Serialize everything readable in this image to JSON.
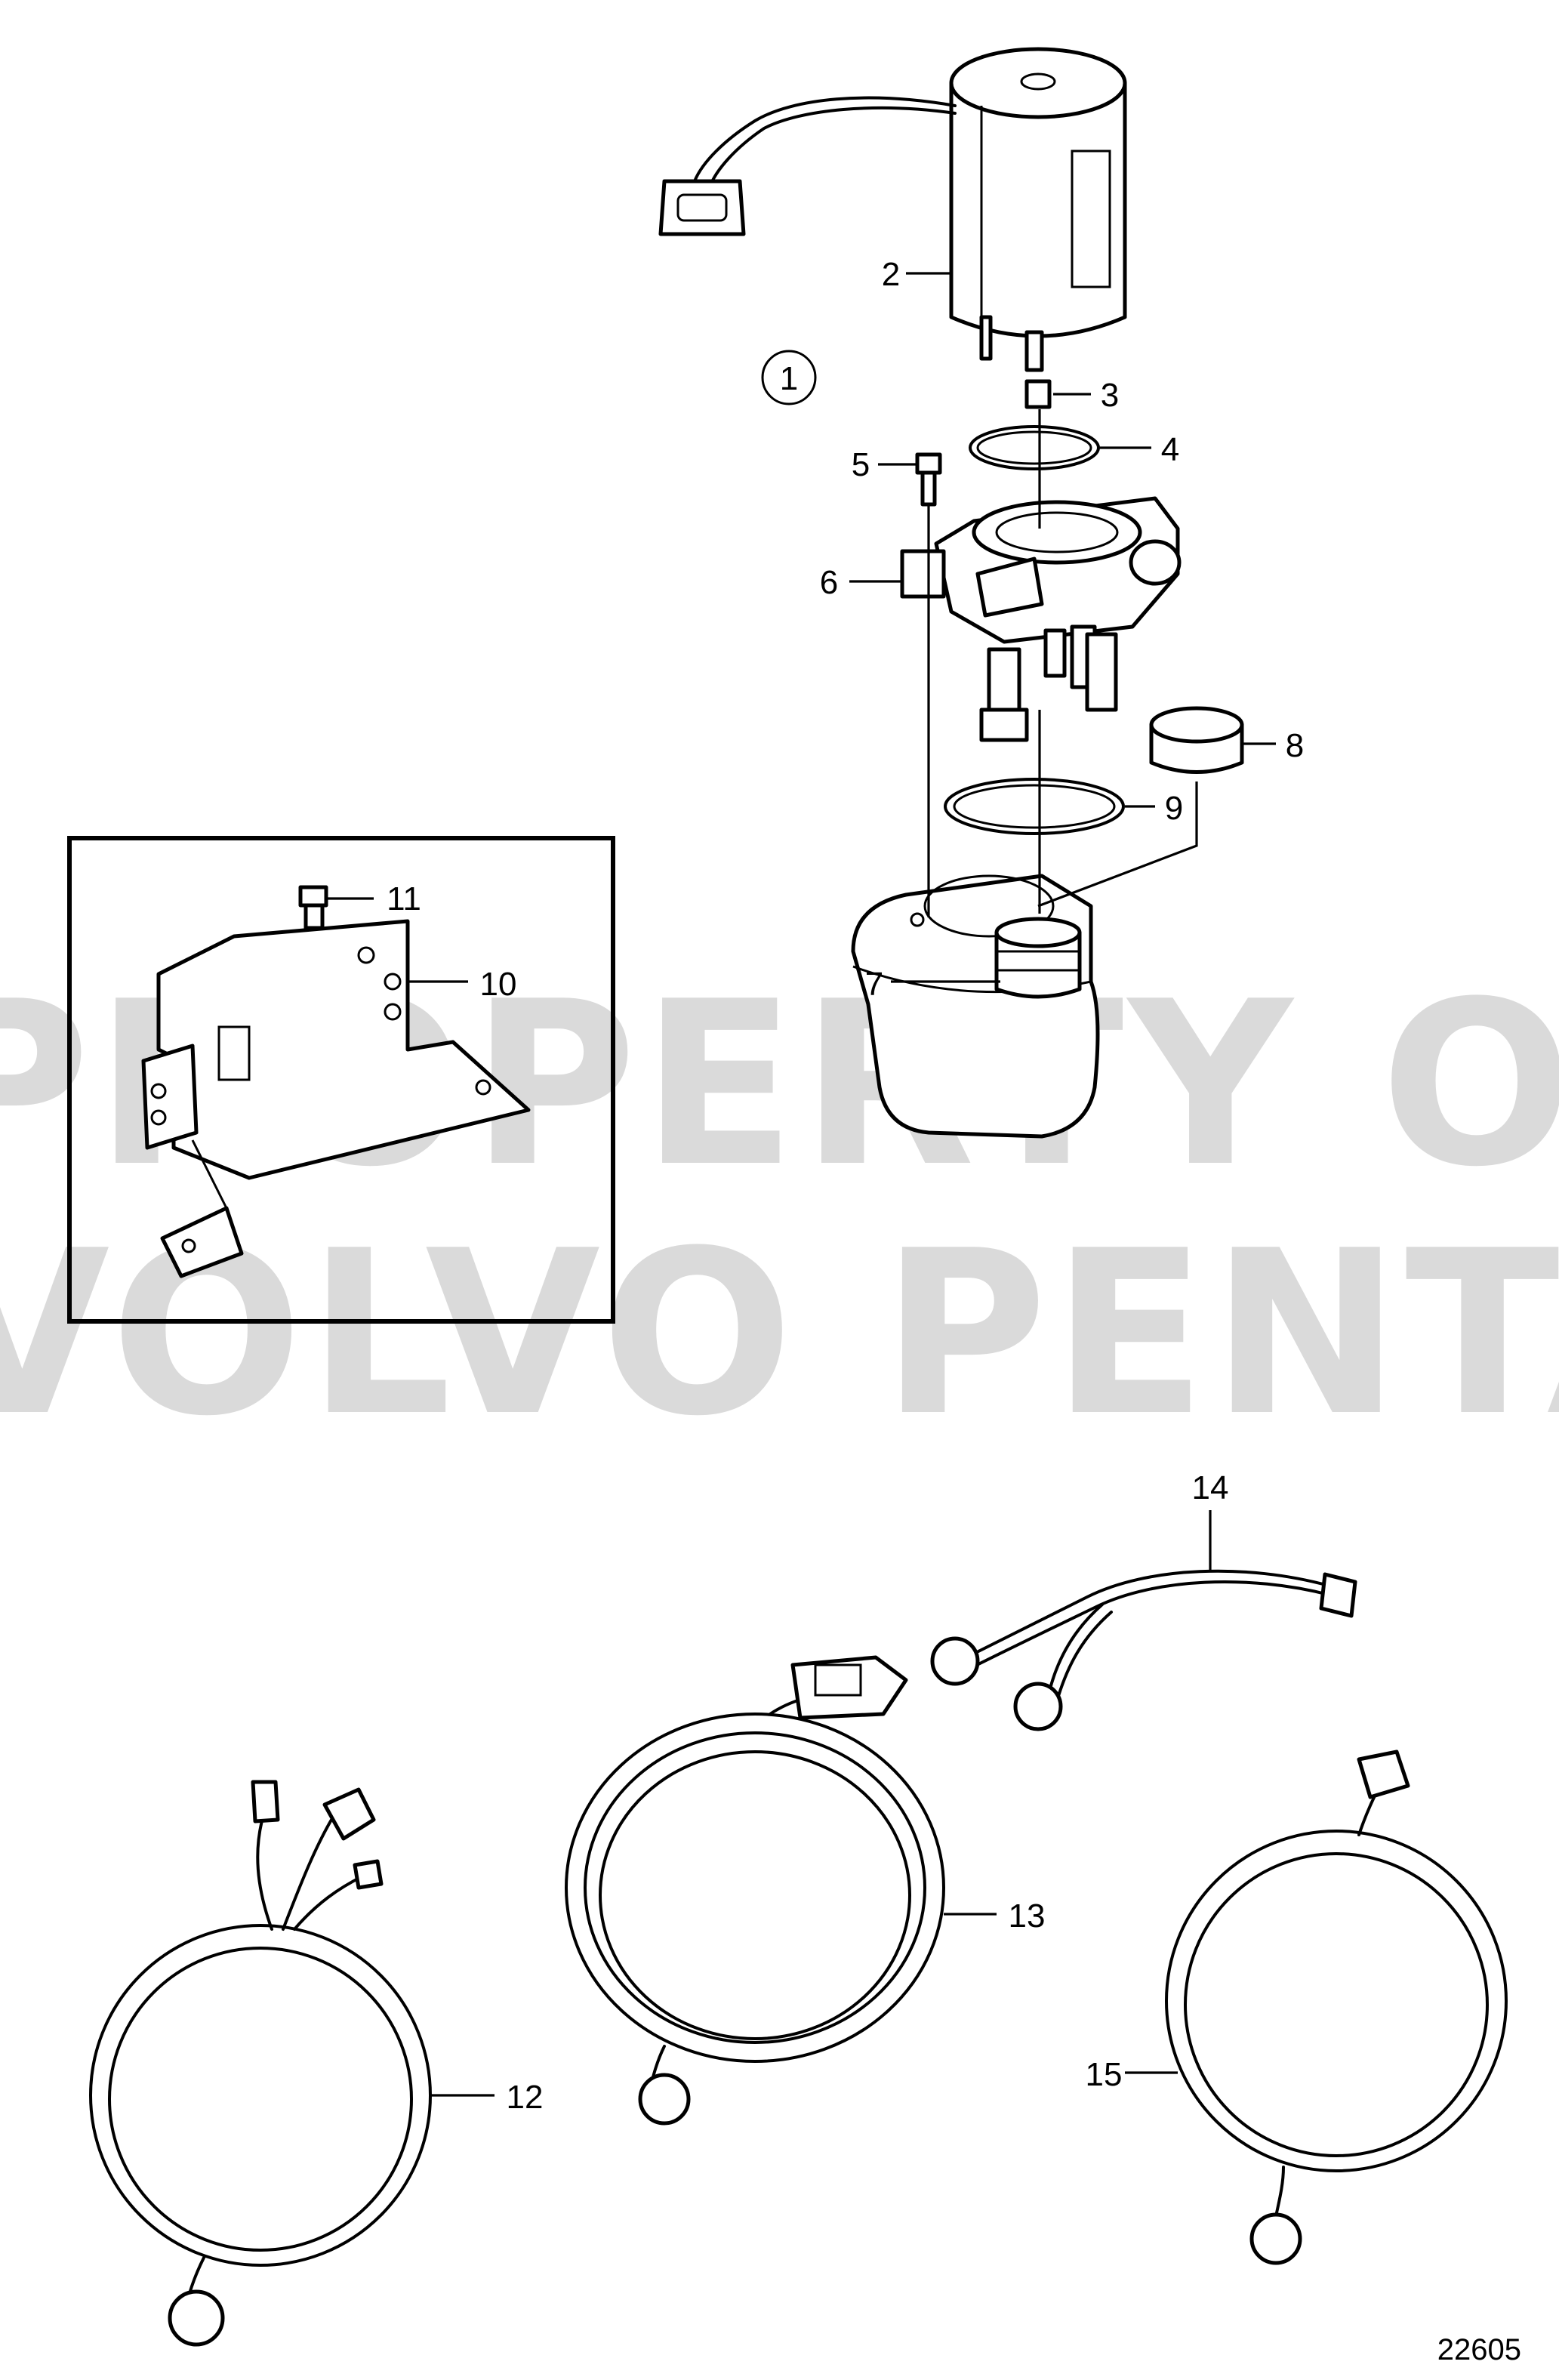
{
  "figure_number": "22605",
  "watermark": {
    "line1": "PROPERTY OF",
    "line2": "VOLVO PENTA"
  },
  "callouts": [
    {
      "id": "c1",
      "label": "1",
      "circled": true
    },
    {
      "id": "c2",
      "label": "2"
    },
    {
      "id": "c3",
      "label": "3"
    },
    {
      "id": "c4",
      "label": "4"
    },
    {
      "id": "c5",
      "label": "5"
    },
    {
      "id": "c6",
      "label": "6"
    },
    {
      "id": "c7",
      "label": "7"
    },
    {
      "id": "c8",
      "label": "8"
    },
    {
      "id": "c9",
      "label": "9"
    },
    {
      "id": "c10",
      "label": "10"
    },
    {
      "id": "c11",
      "label": "11"
    },
    {
      "id": "c12",
      "label": "12"
    },
    {
      "id": "c13",
      "label": "13"
    },
    {
      "id": "c14",
      "label": "14"
    },
    {
      "id": "c15",
      "label": "15"
    }
  ]
}
